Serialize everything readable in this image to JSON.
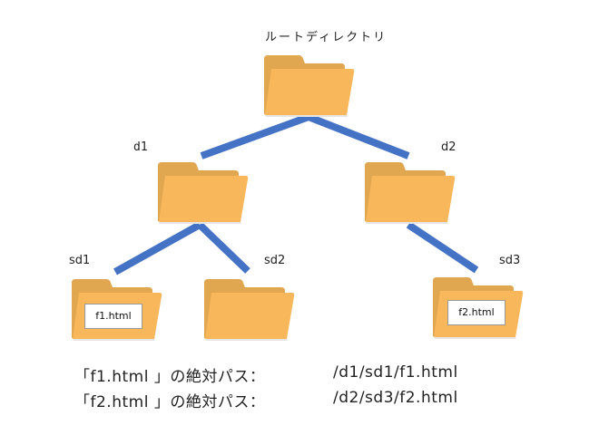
{
  "root": {
    "label": "ルートディレクトリ"
  },
  "dirs": [
    {
      "id": "d1",
      "label": "d1"
    },
    {
      "id": "d2",
      "label": "d2"
    }
  ],
  "subdirs": [
    {
      "id": "sd1",
      "label": "sd1",
      "parent": "d1",
      "file": "f1.html"
    },
    {
      "id": "sd2",
      "label": "sd2",
      "parent": "d1",
      "file": null
    },
    {
      "id": "sd3",
      "label": "sd3",
      "parent": "d2",
      "file": "f2.html"
    }
  ],
  "paths": [
    {
      "label": "「f1.html 」の絶対パス：",
      "value": "/d1/sd1/f1.html"
    },
    {
      "label": "「f2.html 」の絶対パス：",
      "value": "/d2/sd3/f2.html"
    }
  ],
  "colors": {
    "edge": "#4472C4",
    "folder_back": "#E0A650",
    "folder_front": "#F8B75A"
  }
}
